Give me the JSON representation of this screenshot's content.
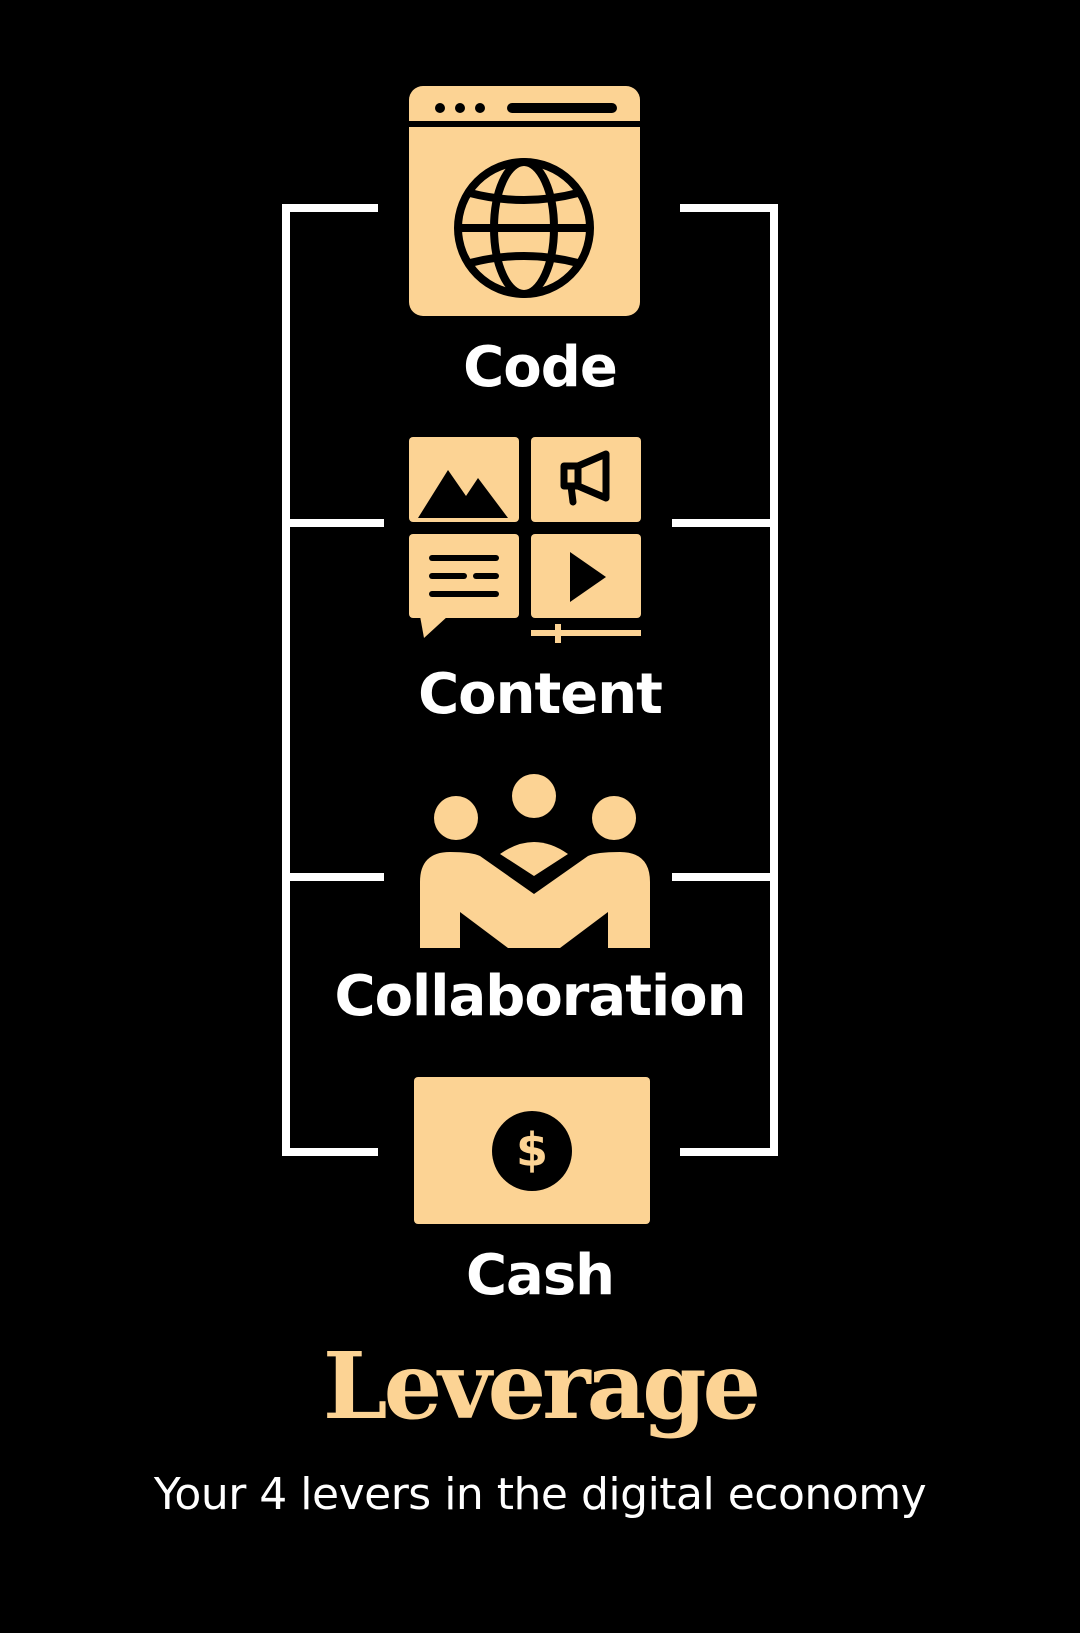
{
  "colors": {
    "background": "#000000",
    "accent": "#FCD394",
    "text": "#FFFFFF",
    "icon_detail": "#000000"
  },
  "levers": [
    {
      "label": "Code",
      "icon": "browser-globe-icon"
    },
    {
      "label": "Content",
      "icon": "media-grid-icon"
    },
    {
      "label": "Collaboration",
      "icon": "people-handshake-icon"
    },
    {
      "label": "Cash",
      "icon": "dollar-bill-icon"
    }
  ],
  "title": "Leverage",
  "subtitle": "Your 4 levers in the digital economy"
}
